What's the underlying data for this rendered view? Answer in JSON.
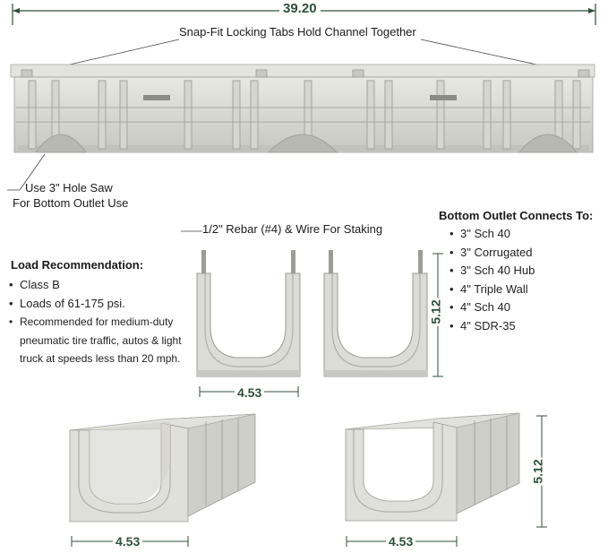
{
  "dimensions": {
    "top_length": "39.20",
    "width_left_profile": "4.53",
    "height_profile": "5.12",
    "width_bottom_left": "4.53",
    "width_bottom_right": "4.53",
    "height_bottom_right": "5.12"
  },
  "callouts": {
    "snap_fit": "Snap-Fit Locking Tabs Hold Channel Together",
    "hole_saw_line1": "Use 3\" Hole Saw",
    "hole_saw_line2": "For Bottom Outlet Use",
    "rebar": "1/2\" Rebar (#4) & Wire For Staking"
  },
  "load": {
    "heading": "Load Recommendation:",
    "items": [
      "Class B",
      "Loads of 61-175 psi.",
      "Recommended for medium-duty"
    ],
    "continuation": [
      "pneumatic tire traffic, autos & light",
      "truck at speeds less than 20 mph."
    ]
  },
  "outlet": {
    "heading": "Bottom Outlet Connects To:",
    "items": [
      "3\" Sch 40",
      "3\" Corrugated",
      "3\" Sch 40 Hub",
      "4\" Triple Wall",
      "4\" Sch 40",
      "4\" SDR-35"
    ]
  },
  "colors": {
    "concrete": "#dcdcd6",
    "concrete_shadow": "#b5b5ae",
    "concrete_dark": "#8e8e88",
    "dimension": "#2f4f3a"
  }
}
